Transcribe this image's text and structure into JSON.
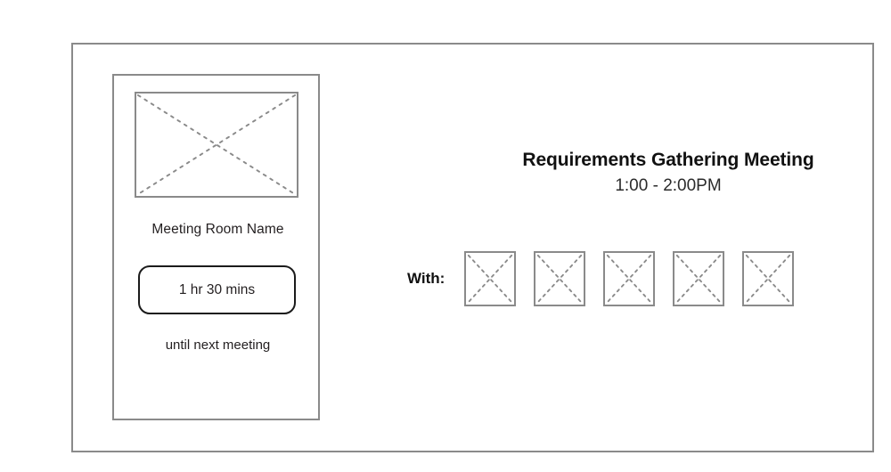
{
  "frame": {
    "name": "meeting-room-display-wireframe"
  },
  "room_panel": {
    "image_placeholder_name": "room-photo-placeholder",
    "room_name": "Meeting Room Name",
    "duration_button_label": "1 hr 30 mins",
    "until_next_label": "until next meeting"
  },
  "meeting": {
    "title": "Requirements Gathering Meeting",
    "time": "1:00 - 2:00PM",
    "attendees_label": "With:",
    "attendees": [
      {
        "name": "attendee-avatar-1"
      },
      {
        "name": "attendee-avatar-2"
      },
      {
        "name": "attendee-avatar-3"
      },
      {
        "name": "attendee-avatar-4"
      },
      {
        "name": "attendee-avatar-5"
      }
    ]
  },
  "colors": {
    "frame_border": "#8a8a8a",
    "placeholder_border": "#8a8a8a",
    "placeholder_diagonal": "#8a8a8a",
    "button_border": "#1b1b1b",
    "text": "#231f20",
    "background": "#ffffff"
  }
}
